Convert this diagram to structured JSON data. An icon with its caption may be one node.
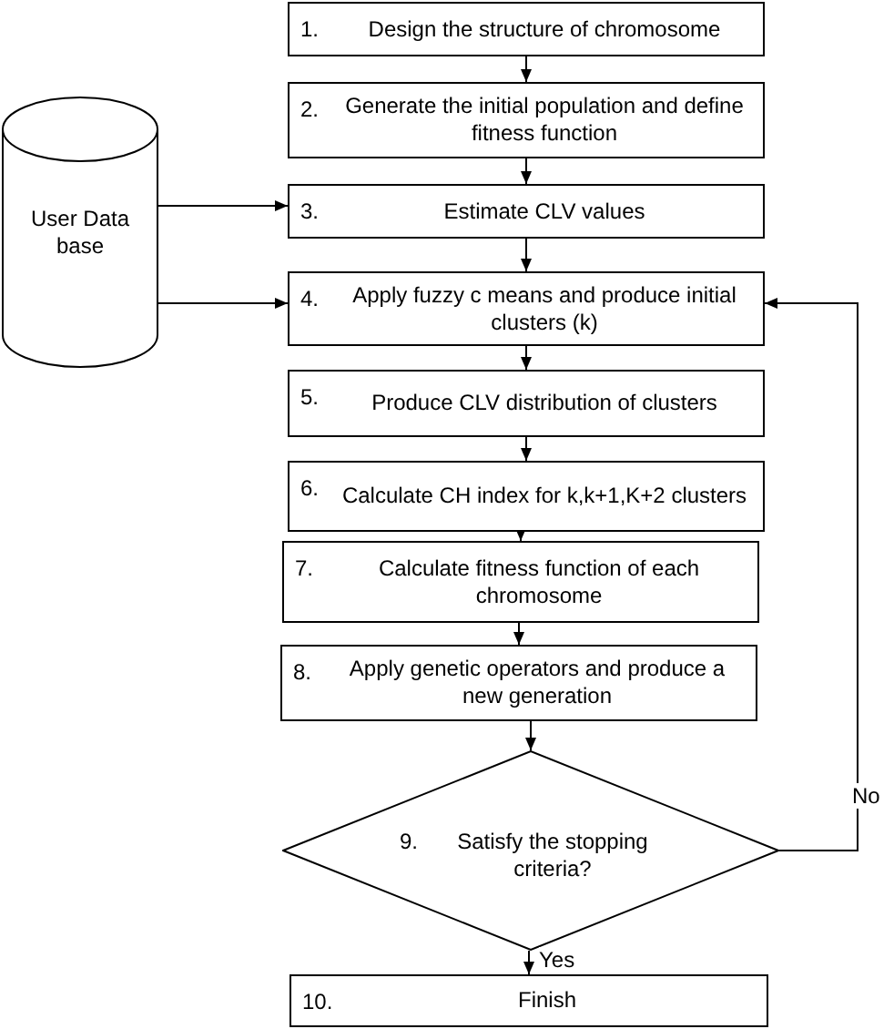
{
  "diagram": {
    "nodes": [
      {
        "text": [
          "User Data base"
        ]
      },
      {
        "text": [
          "1.",
          "Design the structure of chromosome"
        ]
      },
      {
        "text": [
          "2.",
          "Generate the initial population and define fitness function"
        ]
      },
      {
        "text": [
          "3.",
          "Estimate CLV values"
        ]
      },
      {
        "text": [
          "4.",
          "Apply fuzzy c means and produce initial clusters (k)"
        ]
      },
      {
        "text": [
          "5.",
          "Produce CLV distribution of clusters"
        ]
      },
      {
        "text": [
          "6.",
          "Calculate CH index for k,k+1,K+2 clusters"
        ]
      },
      {
        "text": [
          "7.",
          "Calculate fitness function of each chromosome"
        ]
      },
      {
        "text": [
          "8.",
          "Apply genetic operators and produce a new generation"
        ]
      },
      {
        "text": [
          "9.",
          "Satisfy the stopping criteria?"
        ]
      },
      {
        "text": [
          "10.",
          "Finish"
        ]
      }
    ],
    "edges": [
      {
        "from": 0,
        "to": 3,
        "arrow": "to"
      },
      {
        "from": 0,
        "to": 4,
        "arrow": "to"
      },
      {
        "from": 1,
        "to": 2,
        "arrow": "to"
      },
      {
        "from": 2,
        "to": 3,
        "arrow": "to"
      },
      {
        "from": 3,
        "to": 4,
        "arrow": "to"
      },
      {
        "from": 4,
        "to": 5,
        "arrow": "to"
      },
      {
        "from": 5,
        "to": 6,
        "arrow": "to"
      },
      {
        "from": 6,
        "to": 7,
        "arrow": "to"
      },
      {
        "from": 7,
        "to": 8,
        "arrow": "to"
      },
      {
        "from": 8,
        "to": 9,
        "arrow": "to"
      },
      {
        "from": 9,
        "to": 10,
        "label": "Yes",
        "arrow": "to"
      },
      {
        "from": 9,
        "to": 4,
        "label": "No",
        "arrow": "to"
      }
    ]
  }
}
